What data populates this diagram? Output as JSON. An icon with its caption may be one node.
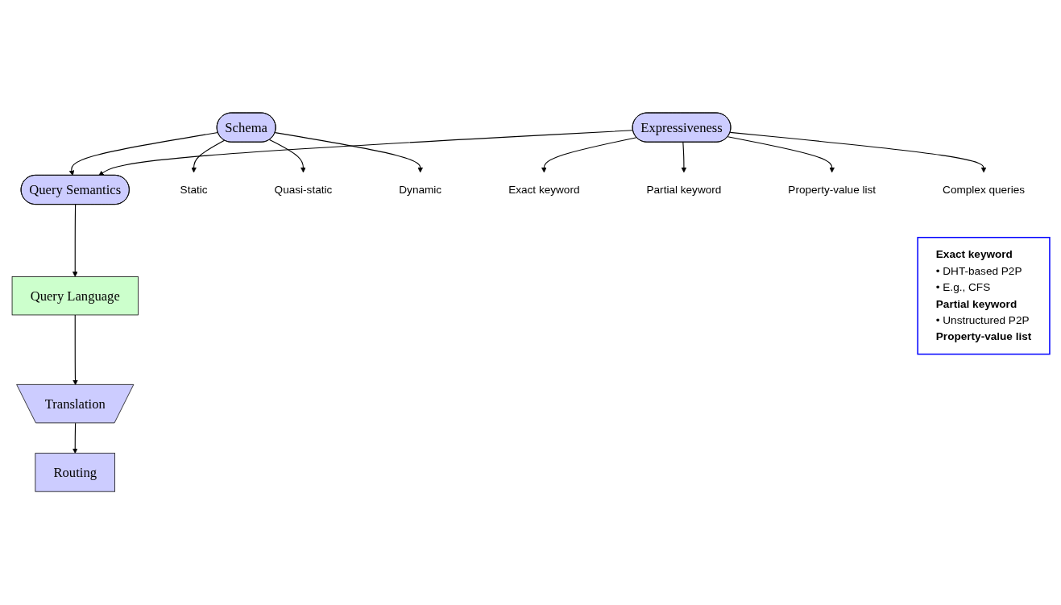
{
  "diagram": {
    "nodes": [
      {
        "text": [
          "Query Language"
        ]
      },
      {
        "text": [
          "Translation"
        ]
      },
      {
        "text": [
          "Routing"
        ]
      },
      {
        "text": [
          "Query Semantics"
        ]
      },
      {
        "text": [
          "Schema"
        ]
      },
      {
        "text": [
          "Expressiveness"
        ]
      },
      {
        "text": [
          "Static"
        ]
      },
      {
        "text": [
          "Quasi-static"
        ]
      },
      {
        "text": [
          "Dynamic"
        ]
      },
      {
        "text": [
          "Exact keyword"
        ]
      },
      {
        "text": [
          "Partial keyword"
        ]
      },
      {
        "text": [
          "Property-value list"
        ]
      },
      {
        "text": [
          "Complex queries"
        ]
      },
      {
        "text": [
          "Exact keyword",
          "• DHT-based P2P",
          "• E.g., CFS",
          "Partial keyword",
          "• Unstructured P2P",
          "Property-value list"
        ]
      }
    ],
    "edges": [
      {
        "from": 0,
        "to": 1,
        "arrow": "to"
      },
      {
        "from": 1,
        "to": 2,
        "arrow": "to"
      },
      {
        "from": 3,
        "to": 0,
        "arrow": "to"
      },
      {
        "from": 4,
        "to": 3,
        "arrow": "to"
      },
      {
        "from": 5,
        "to": 3,
        "arrow": "to"
      },
      {
        "from": 4,
        "to": 6,
        "arrow": "to"
      },
      {
        "from": 4,
        "to": 7,
        "arrow": "to"
      },
      {
        "from": 4,
        "to": 8,
        "arrow": "to"
      },
      {
        "from": 5,
        "to": 9,
        "arrow": "to"
      },
      {
        "from": 5,
        "to": 10,
        "arrow": "to"
      },
      {
        "from": 5,
        "to": 11,
        "arrow": "to"
      },
      {
        "from": 5,
        "to": 12,
        "arrow": "to"
      }
    ]
  }
}
